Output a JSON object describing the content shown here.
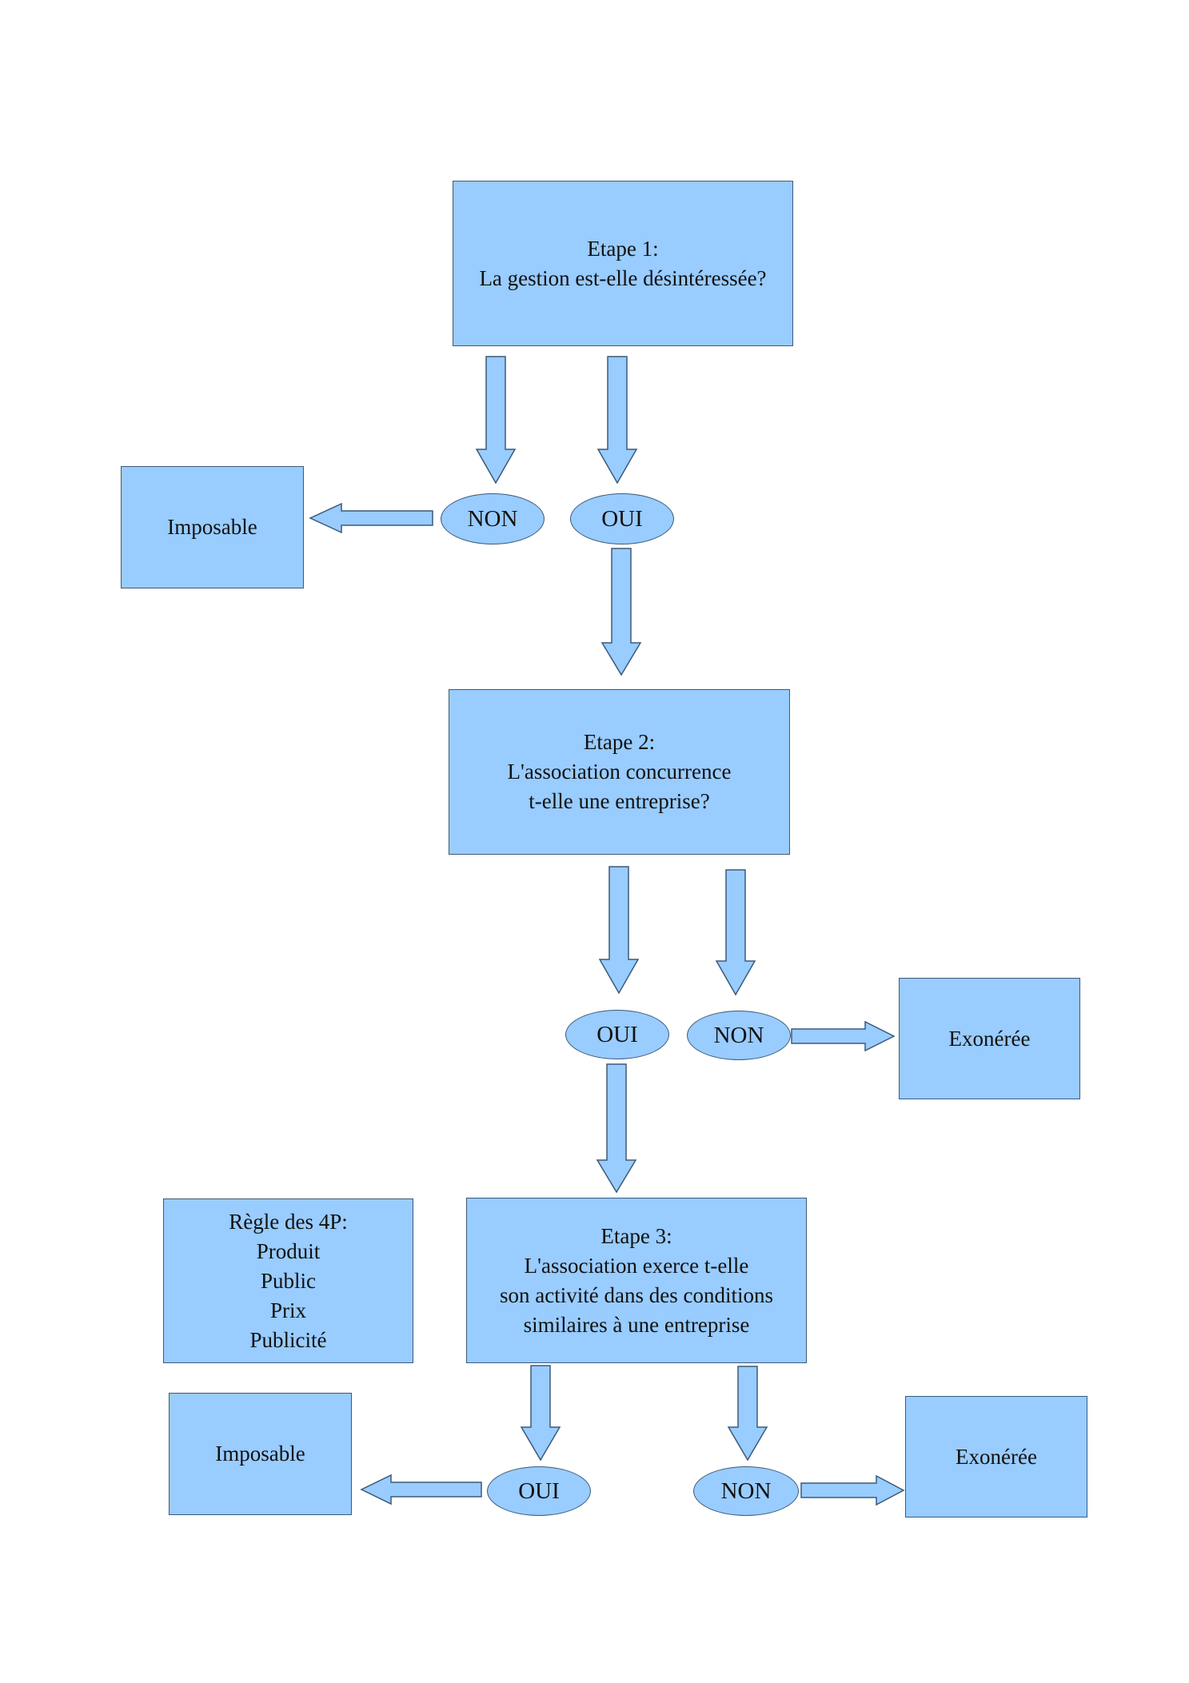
{
  "colors": {
    "fill": "#99ccff",
    "stroke": "#3c5a78"
  },
  "step1": {
    "title": "Etape 1:",
    "question": "La gestion est-elle désintéressée?"
  },
  "step1_no": "NON",
  "step1_yes": "OUI",
  "step1_no_result": "Imposable",
  "step2": {
    "title": "Etape 2:",
    "question_line1": "L'association concurrence",
    "question_line2": "t-elle une entreprise?"
  },
  "step2_yes": "OUI",
  "step2_no": "NON",
  "step2_no_result": "Exonérée",
  "rule_4p": {
    "title": "Règle des 4P:",
    "items": [
      "Produit",
      "Public",
      "Prix",
      "Publicité"
    ]
  },
  "step3": {
    "title": "Etape 3:",
    "question_line1": "L'association exerce t-elle",
    "question_line2": "son activité dans des conditions",
    "question_line3": "similaires à une entreprise"
  },
  "step3_yes": "OUI",
  "step3_no": "NON",
  "step3_yes_result": "Imposable",
  "step3_no_result": "Exonérée"
}
